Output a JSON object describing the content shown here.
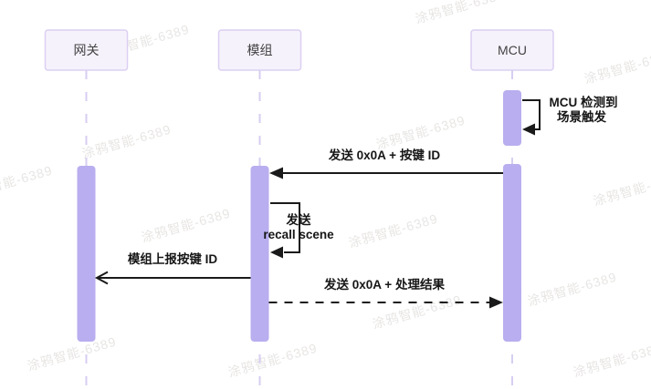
{
  "colors": {
    "background": "#ffffff",
    "box_fill": "#f6f2fc",
    "box_border": "#dbcff2",
    "bar_fill": "#b9aeef",
    "lifeline": "#d7cef2",
    "message_line": "#1a1a1a",
    "message_text": "#161616",
    "participant_text": "#424242",
    "watermark": "#d4d1cd"
  },
  "diagram": {
    "type": "sequence-diagram",
    "participants": [
      {
        "label": "网关"
      },
      {
        "label": "模组"
      },
      {
        "label": "MCU"
      }
    ],
    "messages": [
      {
        "kind": "self",
        "actor": "MCU",
        "line_style": "solid",
        "arrowhead": "filled",
        "label_lines": [
          "MCU 检测到",
          "场景触发"
        ]
      },
      {
        "kind": "message",
        "from": "MCU",
        "to": "模组",
        "line_style": "solid",
        "arrowhead": "filled",
        "label": "发送 0x0A + 按键 ID"
      },
      {
        "kind": "self",
        "actor": "模组",
        "line_style": "solid",
        "arrowhead": "filled",
        "label_lines": [
          "发送",
          "recall scene"
        ]
      },
      {
        "kind": "message",
        "from": "模组",
        "to": "网关",
        "line_style": "solid",
        "arrowhead": "open",
        "label": "模组上报按键 ID"
      },
      {
        "kind": "message",
        "from": "模组",
        "to": "MCU",
        "line_style": "dashed",
        "arrowhead": "filled",
        "label": "发送 0x0A + 处理结果"
      }
    ],
    "watermark": {
      "text": "涂鸦智能-6389"
    }
  }
}
